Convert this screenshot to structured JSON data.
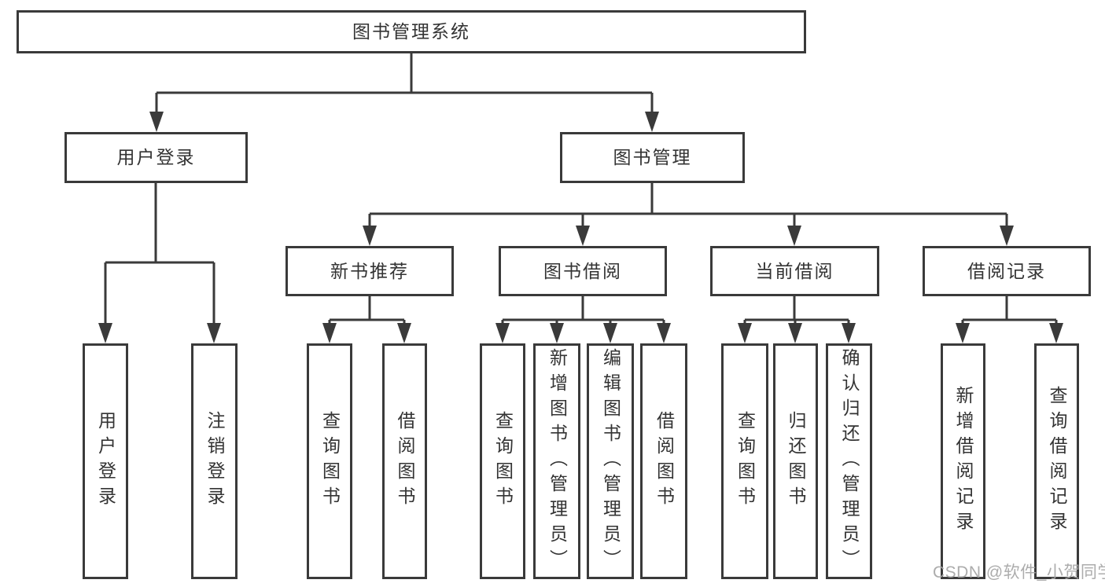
{
  "diagram": {
    "type": "hierarchy-tree",
    "orientation": "top-down",
    "title": "图书管理系统"
  },
  "tree": {
    "label": "图书管理系统",
    "children": [
      {
        "label": "用户登录",
        "children": [
          {
            "label": "用户登录"
          },
          {
            "label": "注销登录"
          }
        ]
      },
      {
        "label": "图书管理",
        "children": [
          {
            "label": "新书推荐",
            "children": [
              {
                "label": "查询图书"
              },
              {
                "label": "借阅图书"
              }
            ]
          },
          {
            "label": "图书借阅",
            "children": [
              {
                "label": "查询图书"
              },
              {
                "label": "新增图书（管理员）"
              },
              {
                "label": "编辑图书（管理员）"
              },
              {
                "label": "借阅图书"
              }
            ]
          },
          {
            "label": "当前借阅",
            "children": [
              {
                "label": "查询图书"
              },
              {
                "label": "归还图书"
              },
              {
                "label": "确认归还（管理员）"
              }
            ]
          },
          {
            "label": "借阅记录",
            "children": [
              {
                "label": "新增借阅记录"
              },
              {
                "label": "查询借阅记录"
              }
            ]
          }
        ]
      }
    ]
  },
  "watermark": {
    "text": "CSDN @软件_小贺同学"
  },
  "colors": {
    "line": "#3a3a3a",
    "box_border": "#3a3a3a",
    "text": "#333333",
    "watermark": "#a5a5a5",
    "background": "#ffffff"
  }
}
